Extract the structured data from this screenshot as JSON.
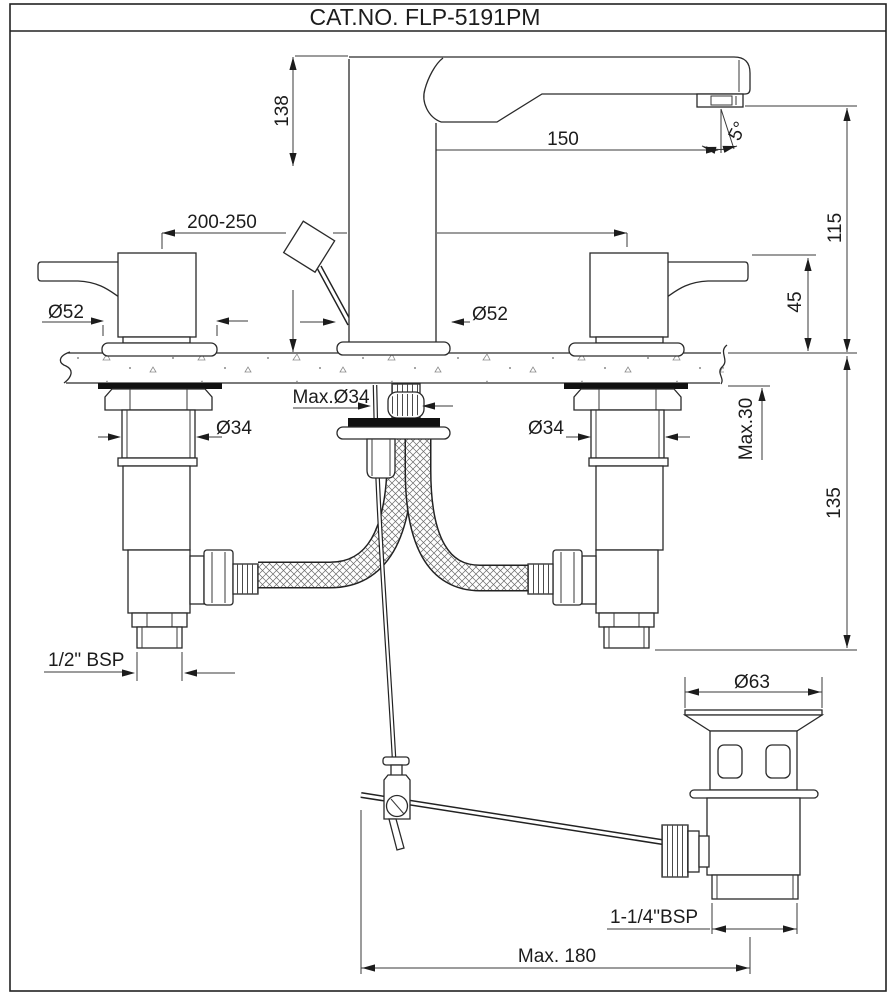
{
  "title": "CAT.NO. FLP-5191PM",
  "dimensions": {
    "spout_height": "138",
    "spout_reach": "150",
    "aerator_angle": "5°",
    "outlet_height": "115",
    "handle_height": "45",
    "hole_spacing": "200-250",
    "left_escutcheon_dia": "Ø52",
    "spout_escutcheon_dia": "Ø52",
    "max_hole_dia": "Max.Ø34",
    "left_shank_dia": "Ø34",
    "right_shank_dia": "Ø34",
    "max_counter_thickness": "Max.30",
    "under_counter_height": "135",
    "inlet_thread": "1/2\" BSP",
    "waste_flange_dia": "Ø63",
    "waste_thread": "1-1/4\"BSP",
    "max_waste_offset": "Max. 180"
  }
}
